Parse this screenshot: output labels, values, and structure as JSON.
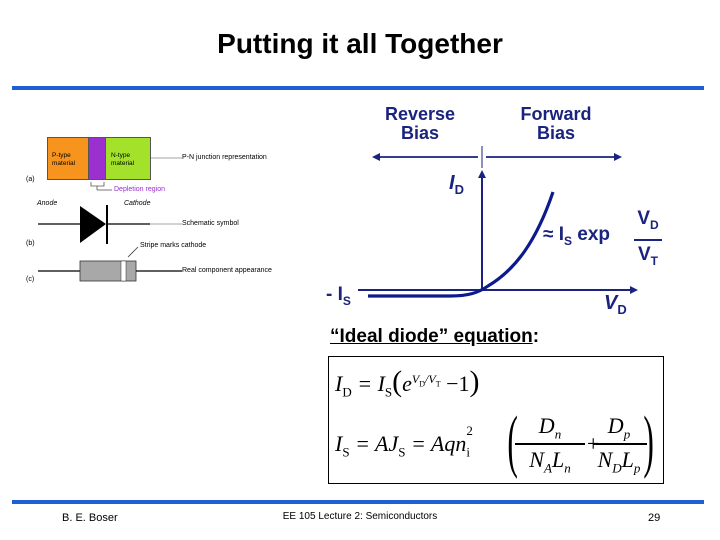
{
  "slide": {
    "title": "Putting it all Together",
    "footer_left": "B. E. Boser",
    "footer_center": "EE 105 Lecture 2: Semiconductors",
    "page_number": "29",
    "accent_color": "#1f5fd6"
  },
  "diode_figure": {
    "p_type": "P-type\nmaterial",
    "n_type": "N-type\nmaterial",
    "pn_label": "P-N junction representation",
    "depletion_label": "Depletion region",
    "anode": "Anode",
    "cathode": "Cathode",
    "schematic_label": "Schematic symbol",
    "stripe_label": "Stripe marks cathode",
    "real_label": "Real component appearance",
    "row_a": "(a)",
    "row_b": "(b)",
    "row_c": "(c)"
  },
  "iv_graph": {
    "reverse": "Reverse\nBias",
    "forward": "Forward\nBias",
    "y_axis": "I",
    "y_sub": "D",
    "x_axis": "V",
    "x_sub": "D",
    "neg_is": "- I",
    "neg_is_sub": "S",
    "approx": "≈ I",
    "approx_sub": "S",
    "approx_exp": "exp",
    "frac_num": "V",
    "frac_num_sub": "D",
    "frac_den": "V",
    "frac_den_sub": "T",
    "curve_color": "#0d1a8c"
  },
  "equation": {
    "heading_quoted": "“Ideal diode” equation",
    "heading_colon": ":",
    "eq1_lhs": "I",
    "eq1_lhs_sub": "D",
    "eq1_rhs_a": "= I",
    "eq1_rhs_sub": "S",
    "eq1_exp_base": "e",
    "eq1_exp": "V",
    "eq1_exp_sub1": "D",
    "eq1_exp_slash": "/V",
    "eq1_exp_sub2": "T",
    "eq1_minus": "−1",
    "eq2_lhs": "I",
    "eq2_lhs_sub": "S",
    "eq2_mid": "= AJ",
    "eq2_mid_sub": "S",
    "eq2_aqn": "= Aqn",
    "eq2_i_sub": "i",
    "eq2_sq": "2",
    "frac1_num": "D",
    "frac1_num_sub": "n",
    "frac1_den": "N",
    "frac1_den_sub1": "A",
    "frac1_den_L": "L",
    "frac1_den_sub2": "n",
    "plus": "+",
    "frac2_num": "D",
    "frac2_num_sub": "p",
    "frac2_den": "N",
    "frac2_den_sub1": "D",
    "frac2_den_L": "L",
    "frac2_den_sub2": "p"
  }
}
